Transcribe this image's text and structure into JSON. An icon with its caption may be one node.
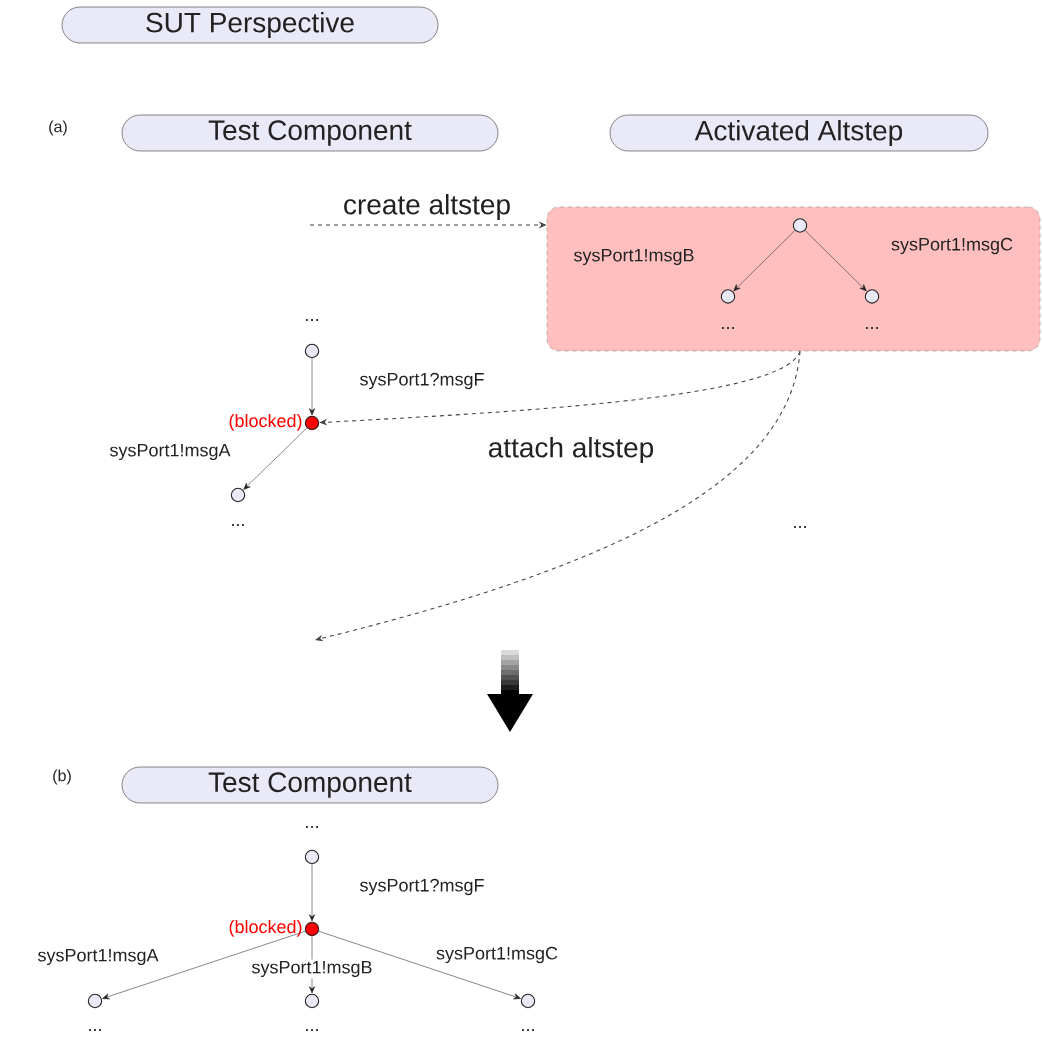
{
  "diagram": {
    "nodes": [
      {
        "text": [
          "SUT Perspective"
        ]
      },
      {
        "text": [
          "Test Component"
        ]
      },
      {
        "text": [
          "Activated Altstep"
        ]
      },
      {
        "text": [],
        "shape": "box"
      },
      {
        "text": [],
        "shape": "circle",
        "in": 3
      },
      {
        "text": [],
        "shape": "circle",
        "in": 3
      },
      {
        "text": [],
        "shape": "circle",
        "in": 3
      },
      {
        "text": [],
        "shape": "circle"
      },
      {
        "text": [],
        "shape": "circle",
        "beside": [
          "(blocked)"
        ]
      },
      {
        "text": [],
        "shape": "circle"
      },
      {
        "text": [
          "Test Component"
        ]
      },
      {
        "text": [],
        "shape": "circle"
      },
      {
        "text": [],
        "shape": "circle",
        "beside": [
          "(blocked)"
        ]
      },
      {
        "text": [],
        "shape": "circle"
      },
      {
        "text": [],
        "shape": "circle"
      },
      {
        "text": [],
        "shape": "circle"
      }
    ],
    "edges": [
      {
        "from": 7,
        "to": 8,
        "arrow": "to",
        "label": "sysPort1?msgF"
      },
      {
        "from": 8,
        "to": 9,
        "arrow": "to",
        "label": "sysPort1!msgA"
      },
      {
        "from": 4,
        "to": 5,
        "arrow": "to",
        "label": "sysPort1!msgB"
      },
      {
        "from": 4,
        "to": 6,
        "arrow": "to",
        "label": "sysPort1!msgC"
      },
      {
        "from": null,
        "to": 3,
        "arrow": "to",
        "label": "create altstep",
        "style": "dashed"
      },
      {
        "from": 3,
        "to": 8,
        "arrow": "to",
        "label": "attach altstep",
        "style": "dashed"
      },
      {
        "from": 3,
        "to": null,
        "arrow": "to",
        "style": "dashed"
      },
      {
        "from": 11,
        "to": 12,
        "arrow": "to",
        "label": "sysPort1?msgF"
      },
      {
        "from": 12,
        "to": 13,
        "arrow": "to",
        "label": "sysPort1!msgA"
      },
      {
        "from": 12,
        "to": 14,
        "arrow": "to",
        "label": "sysPort1!msgB"
      },
      {
        "from": 12,
        "to": 15,
        "arrow": "to",
        "label": "sysPort1!msgC"
      }
    ],
    "labels": [
      "(a)",
      "...",
      "...",
      "...",
      "...",
      "...",
      "(b)",
      "...",
      "...",
      "...",
      "..."
    ]
  }
}
